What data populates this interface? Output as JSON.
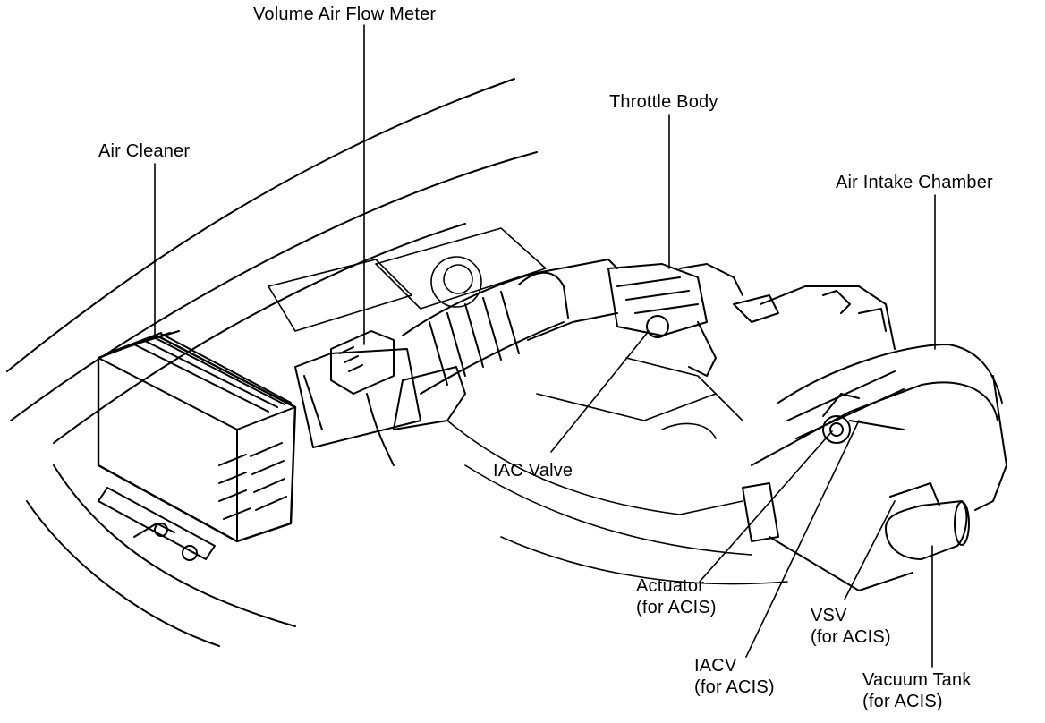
{
  "labels": {
    "volume_air_flow_meter": "Volume Air Flow Meter",
    "throttle_body": "Throttle Body",
    "air_cleaner": "Air Cleaner",
    "air_intake_chamber": "Air Intake Chamber",
    "iac_valve": "IAC Valve",
    "actuator": {
      "line1": "Actuator",
      "line2": "(for ACIS)"
    },
    "iacv": {
      "line1": "IACV",
      "line2": "(for ACIS)"
    },
    "vsv": {
      "line1": "VSV",
      "line2": "(for ACIS)"
    },
    "vacuum_tank": {
      "line1": "Vacuum Tank",
      "line2": "(for ACIS)"
    }
  },
  "colors": {
    "ink": "#000000",
    "paper": "#ffffff"
  }
}
